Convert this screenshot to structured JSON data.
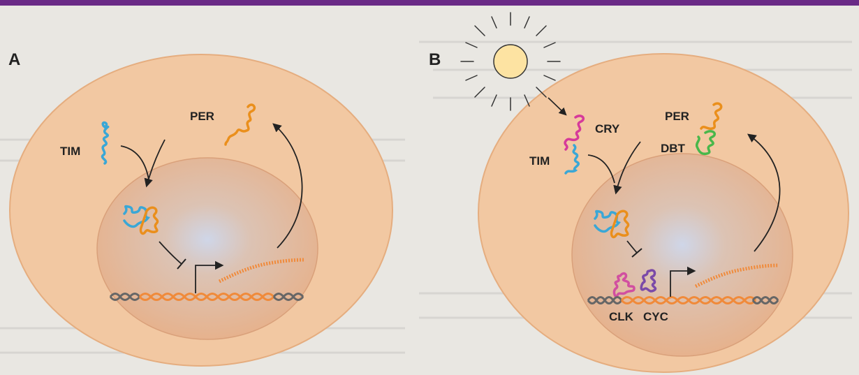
{
  "panels": {
    "a": {
      "letter": "A",
      "labels": {
        "tim": "TIM",
        "per": "PER"
      }
    },
    "b": {
      "letter": "B",
      "labels": {
        "cry": "CRY",
        "tim": "TIM",
        "per": "PER",
        "dbt": "DBT",
        "clk": "CLK",
        "cyc": "CYC"
      }
    }
  },
  "colors": {
    "background": "#e9e7e2",
    "top_bar": "#6a2a86",
    "cell": "#f2c7a0",
    "cell_edge": "#e3ab7c",
    "nucleus": "#e8b48f",
    "nucleus_center": "#c9d3e6",
    "tim": "#3aa7d6",
    "per": "#ea8f1c",
    "cry": "#d63a9a",
    "dbt": "#49b74a",
    "clk": "#d14fa0",
    "cyc": "#7b4aa8",
    "dna": "#f08a3a",
    "dna_end": "#666666",
    "sun_fill": "#fde3a2",
    "sun_ray": "#333333",
    "arrow": "#222222"
  }
}
